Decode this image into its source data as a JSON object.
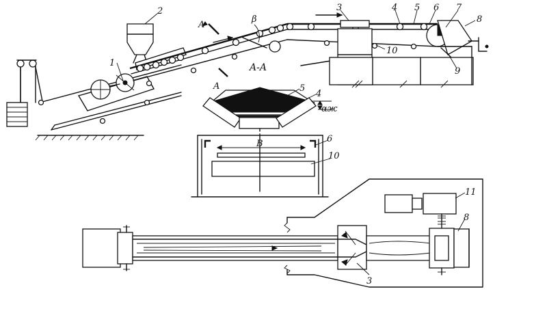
{
  "labels": {
    "n1": "1",
    "n2": "2",
    "n3": "3",
    "n4": "4",
    "n5": "5",
    "n6": "6",
    "n7": "7",
    "n8": "8",
    "n9": "9",
    "n10": "10",
    "n11": "11",
    "n3_plan": "3",
    "n8_plan": "8",
    "n5_sec": "5",
    "n4_sec": "4",
    "n6_sec": "6",
    "n10_sec": "10"
  },
  "section": {
    "title": "A-A",
    "cut_top": "A",
    "cut_bottom": "A",
    "angle_beta": "β",
    "angle_alpha": "αж",
    "width_B": "B"
  }
}
